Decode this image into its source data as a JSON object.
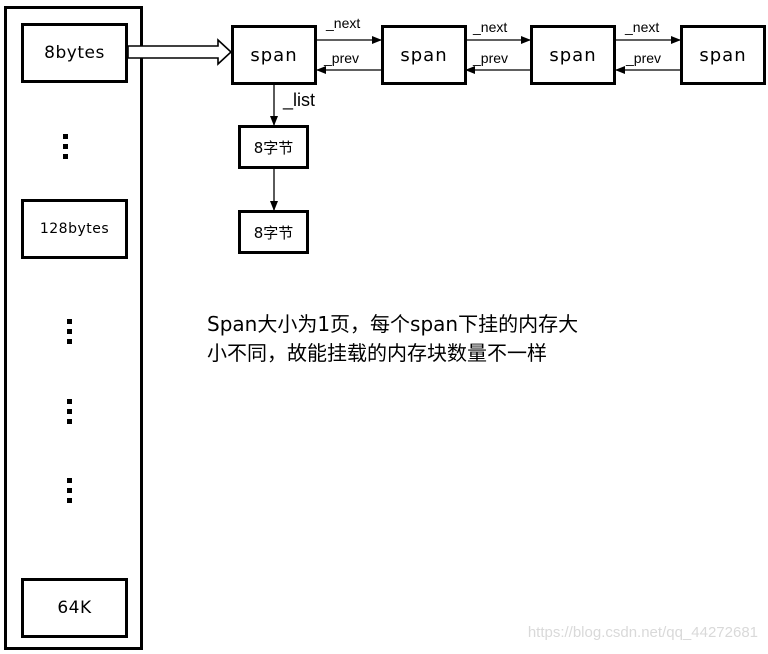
{
  "size_classes": {
    "items": [
      {
        "label": "8bytes"
      },
      {
        "label": "128bytes"
      },
      {
        "label": "64K"
      }
    ],
    "ellipsis_count": 4
  },
  "span_list": {
    "spans": [
      {
        "label": "span"
      },
      {
        "label": "span"
      },
      {
        "label": "span"
      },
      {
        "label": "span"
      }
    ],
    "next_label": "_next",
    "prev_label": "_prev",
    "list_label": "_list"
  },
  "memory_blocks": [
    {
      "label": "8字节"
    },
    {
      "label": "8字节"
    }
  ],
  "note": {
    "line1": "Span大小为1页，每个span下挂的内存大",
    "line2": "小不同，故能挂载的内存块数量不一样"
  },
  "watermark": "https://blog.csdn.net/qq_44272681"
}
